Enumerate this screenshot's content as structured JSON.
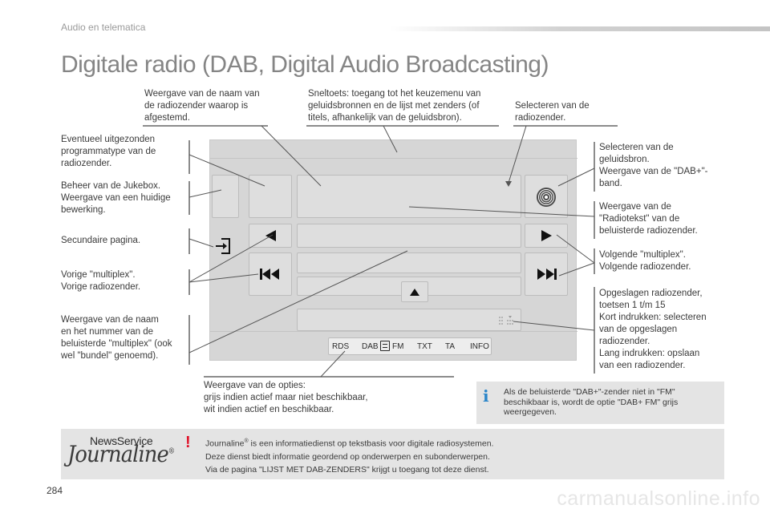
{
  "header": {
    "section": "Audio en telematica",
    "title": "Digitale radio (DAB, Digital Audio Broadcasting)"
  },
  "callouts": {
    "top_left": "Weergave van de naam van\nde radiozender waarop is\nafgestemd.",
    "top_mid": "Sneltoets: toegang tot het keuzemenu van\ngeluidsbronnen en de lijst met zenders (of\ntitels, afhankelijk van de geluidsbron).",
    "top_right": "Selecteren van de\nradiozender.",
    "left_1": "Eventueel uitgezonden\nprogrammatype van de\nradiozender.",
    "left_2": "Beheer van de Jukebox.\nWeergave van een huidige\nbewerking.",
    "left_3": "Secundaire pagina.",
    "left_4": "Vorige \"multiplex\".\nVorige radiozender.",
    "left_5": "Weergave van de naam\nen het nummer van de\nbeluisterde \"multiplex\" (ook\nwel \"bundel\" genoemd).",
    "right_1": "Selecteren van de\ngeluidsbron.\nWeergave van de \"DAB+\"-\nband.",
    "right_2": "Weergave van de\n\"Radiotekst\" van de\nbeluisterde radiozender.",
    "right_3": "Volgende \"multiplex\".\nVolgende radiozender.",
    "right_4": "Opgeslagen radiozender,\ntoetsen 1 t/m 15\nKort indrukken: selecteren\nvan de opgeslagen\nradiozender.\nLang indrukken: opslaan\nvan een radiozender.",
    "bottom": "Weergave van de opties:\ngrijs indien actief maar niet beschikbaar,\nwit indien actief en beschikbaar."
  },
  "screen": {
    "options": {
      "rds": "RDS",
      "dab": "DAB",
      "fm": "FM",
      "txt": "TXT",
      "ta": "TA",
      "info": "INFO"
    }
  },
  "info_box": {
    "icon": "info-icon",
    "text": "Als de beluisterde \"DAB+\"-zender niet in \"FM\"\nbeschikbaar is, wordt de optie \"DAB+ FM\" grijs\nweergegeven."
  },
  "note_box": {
    "icon": "warning-icon",
    "logo_top": "NewsService",
    "logo_main": "Journaline",
    "logo_reg": "®",
    "brand": "Journaline",
    "reg": "®",
    "line1_rest": " is een informatiedienst op tekstbasis voor digitale radiosystemen.",
    "line2": "Deze dienst biedt informatie geordend op onderwerpen en subonderwerpen.",
    "line3": "Via de pagina \"LIJST MET DAB-ZENDERS\" krijgt u toegang tot deze dienst."
  },
  "footer": {
    "page_number": "284",
    "watermark": "carmanualsonline.info"
  },
  "colors": {
    "accent_blue": "#2a85c9",
    "warning_red": "#e0142b",
    "screen_gray": "#d6d6d6",
    "box_gray": "#e4e4e4"
  }
}
